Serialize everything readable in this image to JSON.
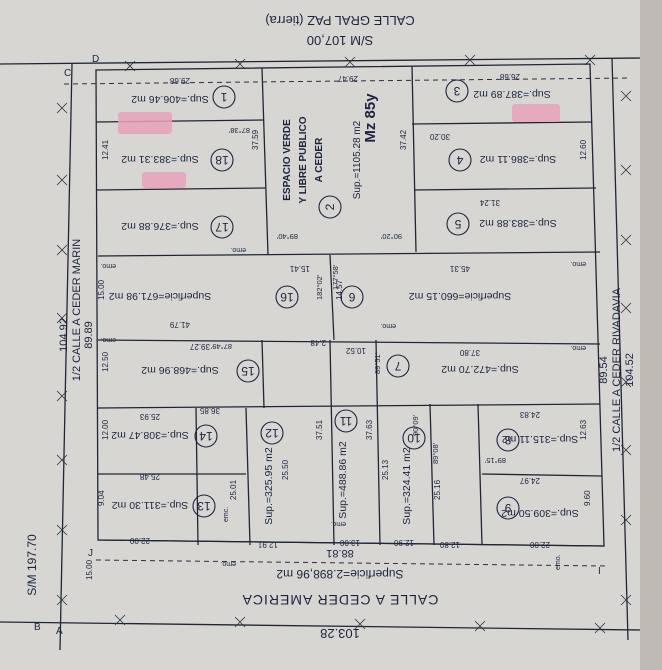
{
  "streets": {
    "top": "CALLE GRAL PAZ (tierra)",
    "top_measure": "S/M 107,00",
    "bottom": "CALLE A CEDER AMERICA",
    "bottom_measure": "103.28",
    "left": "1/2 CALLE A CEDER MARIN",
    "left_measure_a": "104.92",
    "left_measure_b": "89.89",
    "right": "1/2 CALLE A CEDER RIVADAVIA",
    "right_measure_a": "89.54",
    "right_measure_b": "104.52",
    "far_left": "S/M 197.70"
  },
  "block": {
    "label": "Mz 85y",
    "inner_bottom_width": "88.81",
    "total_area": "Superficie=2.898,96 m2"
  },
  "corners": {
    "a": "A",
    "b": "B",
    "c": "C",
    "d": "D",
    "j": "J",
    "i": "I"
  },
  "lots": [
    {
      "n": "1",
      "area": "Sup.=406.46 m2"
    },
    {
      "n": "2",
      "area": "Sup.=1105.28 m2",
      "title": "ESPACIO VERDE",
      "subtitle": "Y LIBRE PUBLICO",
      "note": "A CEDER"
    },
    {
      "n": "3",
      "area": "Sup.=387.89 m2"
    },
    {
      "n": "4",
      "area": "Sup.=386.11 m2"
    },
    {
      "n": "5",
      "area": "Sup.=383.88 m2"
    },
    {
      "n": "6",
      "area": "Superficie=660.15 m2"
    },
    {
      "n": "7",
      "area": "Sup.=472.70 m2"
    },
    {
      "n": "8",
      "area": "Sup.=315.11 m2"
    },
    {
      "n": "9",
      "area": "Sup.=309.50 m2"
    },
    {
      "n": "10",
      "area": "Sup.=324.41 m2"
    },
    {
      "n": "11",
      "area": "Sup.=488.86 m2"
    },
    {
      "n": "12",
      "area": "Sup.=325.95 m2"
    },
    {
      "n": "13",
      "area": "Sup.=311.30 m2"
    },
    {
      "n": "14",
      "area": "Sup.=308.47 m2"
    },
    {
      "n": "15",
      "area": "Sup.=468.96 m2"
    },
    {
      "n": "16",
      "area": "Superficie=671.98 m2"
    },
    {
      "n": "17",
      "area": "Sup.=376.88 m2"
    },
    {
      "n": "18",
      "area": "Sup.=383.31 m2"
    }
  ],
  "dims": {
    "d1": "29.68",
    "d2": "29.47",
    "d3": "26.68",
    "d4": "30.20",
    "d5": "31.24",
    "d6": "45.31",
    "d7": "41.79",
    "d8": "15.41",
    "d9": "39.27",
    "d10": "37.80",
    "d11": "25.93",
    "d12": "24.83",
    "d13": "25.48",
    "d14": "24.97",
    "d15": "22.00",
    "d16": "22.00",
    "d17": "13.00",
    "d18": "12.90",
    "d19": "37.51",
    "d20": "37.63",
    "d21": "25.13",
    "d22": "25.50",
    "d23": "15.00",
    "d24": "12.50",
    "d25": "37.59",
    "d26": "37.42",
    "d27": "14.57",
    "d28": "12.00",
    "d29": "12.63",
    "d30": "25.01",
    "d31": "25.16",
    "d32": "12.91",
    "d33": "12.80",
    "d34": "9.04",
    "d35": "9.60",
    "d36": "36.85",
    "d37": "12.41",
    "d38": "12.60",
    "d39": "15.00",
    "d40": "10.52",
    "d41": "2.48"
  },
  "angles": [
    "87°38'",
    "89°40'",
    "90°20'",
    "177°58'",
    "182°02'",
    "89°51'",
    "87°49'",
    "89°08'",
    "90°09'",
    "89°15'"
  ],
  "marks": [
    "emo.",
    "emc."
  ],
  "highlight_color": "#e7a2bb"
}
